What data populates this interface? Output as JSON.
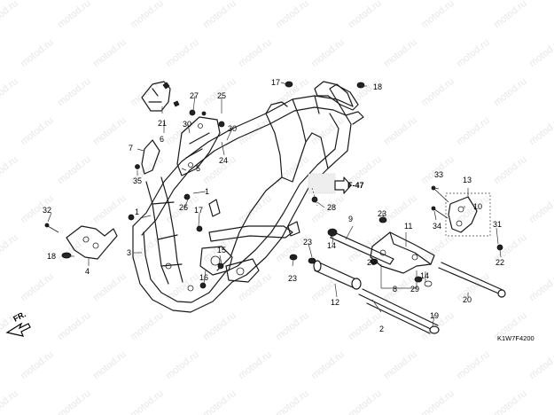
{
  "diagram": {
    "watermark": "motod.ru",
    "diagram_code": "K1W7F4200",
    "direction_label": "FR.",
    "reference_label": "F-47",
    "callouts": [
      {
        "id": "c1a",
        "label": "1"
      },
      {
        "id": "c1b",
        "label": "1"
      },
      {
        "id": "c2",
        "label": "2"
      },
      {
        "id": "c3",
        "label": "3"
      },
      {
        "id": "c4",
        "label": "4"
      },
      {
        "id": "c5",
        "label": "5"
      },
      {
        "id": "c6",
        "label": "6"
      },
      {
        "id": "c7",
        "label": "7"
      },
      {
        "id": "c8",
        "label": "8"
      },
      {
        "id": "c9",
        "label": "9"
      },
      {
        "id": "c10",
        "label": "10"
      },
      {
        "id": "c11",
        "label": "11"
      },
      {
        "id": "c12",
        "label": "12"
      },
      {
        "id": "c13",
        "label": "13"
      },
      {
        "id": "c14a",
        "label": "14"
      },
      {
        "id": "c14b",
        "label": "14"
      },
      {
        "id": "c15",
        "label": "15"
      },
      {
        "id": "c16",
        "label": "16"
      },
      {
        "id": "c17a",
        "label": "17"
      },
      {
        "id": "c17b",
        "label": "17"
      },
      {
        "id": "c18a",
        "label": "18"
      },
      {
        "id": "c18b",
        "label": "18"
      },
      {
        "id": "c19",
        "label": "19"
      },
      {
        "id": "c20",
        "label": "20"
      },
      {
        "id": "c21",
        "label": "21"
      },
      {
        "id": "c22",
        "label": "22"
      },
      {
        "id": "c23a",
        "label": "23"
      },
      {
        "id": "c23b",
        "label": "23"
      },
      {
        "id": "c23c",
        "label": "23"
      },
      {
        "id": "c24",
        "label": "24"
      },
      {
        "id": "c25",
        "label": "25"
      },
      {
        "id": "c26",
        "label": "26"
      },
      {
        "id": "c27",
        "label": "27"
      },
      {
        "id": "c28",
        "label": "28"
      },
      {
        "id": "c29a",
        "label": "29"
      },
      {
        "id": "c29b",
        "label": "29"
      },
      {
        "id": "c30a",
        "label": "30"
      },
      {
        "id": "c30b",
        "label": "30"
      },
      {
        "id": "c31",
        "label": "31"
      },
      {
        "id": "c32",
        "label": "32"
      },
      {
        "id": "c33",
        "label": "33"
      },
      {
        "id": "c34",
        "label": "34"
      },
      {
        "id": "c35",
        "label": "35"
      }
    ]
  }
}
